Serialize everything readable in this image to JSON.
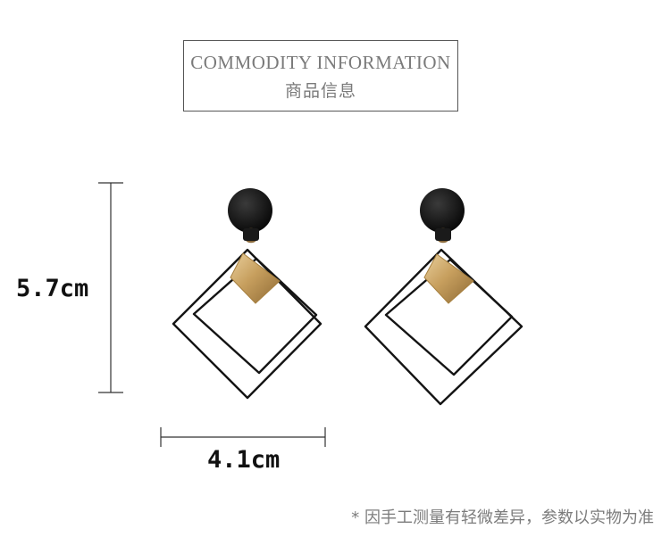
{
  "header": {
    "title_en": "COMMODITY INFORMATION",
    "title_cn": "商品信息"
  },
  "dimensions": {
    "height_label": "5.7cm",
    "width_label": "4.1cm"
  },
  "footer": {
    "note": "* 因手工测量有轻微差异，参数以实物为准"
  },
  "colors": {
    "frame": "#141414",
    "gold": "#c9a466",
    "text_gray": "#7a7a7a"
  },
  "icons": [
    "earring-left-icon",
    "earring-right-icon"
  ]
}
